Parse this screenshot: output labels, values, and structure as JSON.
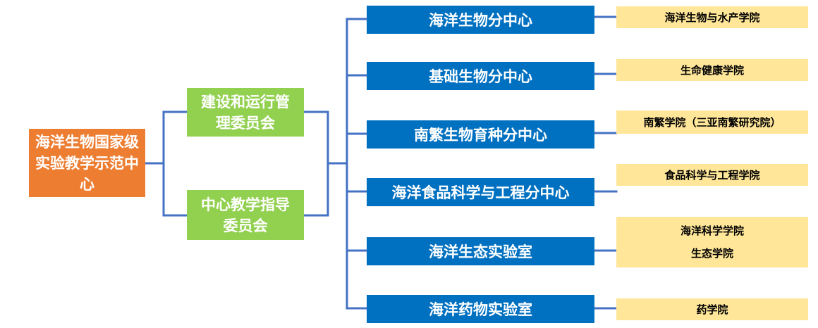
{
  "root": {
    "label": "海洋生物国家级实验教学示范中心"
  },
  "committees": [
    {
      "label": "建设和运行管理委员会"
    },
    {
      "label": "中心教学指导委员会"
    }
  ],
  "centers": [
    {
      "label": "海洋生物分中心",
      "colleges": [
        "海洋生物与水产学院"
      ]
    },
    {
      "label": "基础生物分中心",
      "colleges": [
        "生命健康学院"
      ]
    },
    {
      "label": "南繁生物育种分中心",
      "colleges": [
        "南繁学院（三亚南繁研究院）"
      ]
    },
    {
      "label": "海洋食品科学与工程分中心",
      "colleges": [
        "食品科学与工程学院"
      ]
    },
    {
      "label": "海洋生态实验室",
      "colleges": [
        "海洋科学学院",
        "生态学院"
      ]
    },
    {
      "label": "海洋药物实验室",
      "colleges": [
        "药学院"
      ]
    }
  ],
  "colors": {
    "root": "#ed7d31",
    "committee": "#92d050",
    "center": "#0070c0",
    "college": "#ffe699",
    "connector": "#4472c4"
  }
}
